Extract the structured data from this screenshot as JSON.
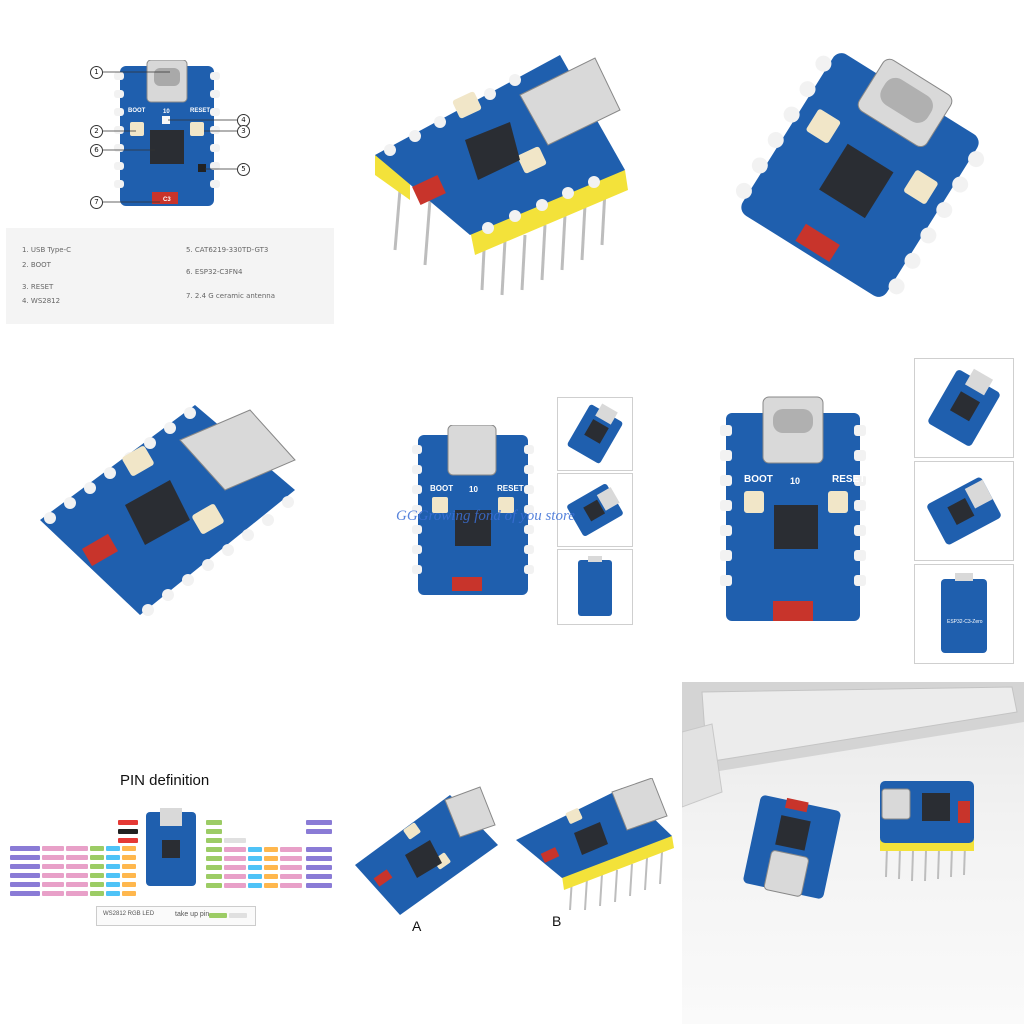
{
  "callout_numbers": [
    "1",
    "2",
    "3",
    "4",
    "5",
    "6",
    "7"
  ],
  "board_labels": {
    "boot": "BOOT",
    "reset": "RESET",
    "gpio": "10",
    "antenna": "C3"
  },
  "legend": {
    "items": [
      "1. USB Type-C",
      "2. BOOT",
      "3. RESET",
      "4. WS2812",
      "5. CAT6219-330TD-GT3",
      "6. ESP32-C3FN4",
      "7. 2.4 G ceramic antenna"
    ]
  },
  "watermark": "GGGrowing fond of you store",
  "pin_definition": {
    "title": "PIN definition",
    "led_note": "WS2812 RGB LED",
    "take_up_pin": "take up pin"
  },
  "variant_labels": {
    "a": "A",
    "b": "B"
  },
  "thumb_board_label": "ESP32-C3-Zero",
  "colors": {
    "pcb_blue": "#1f5fae",
    "pad_white": "#f2f2f2",
    "chip": "#2a2d33",
    "header_yellow": "#f3e23a",
    "antenna_red": "#c8342b"
  }
}
